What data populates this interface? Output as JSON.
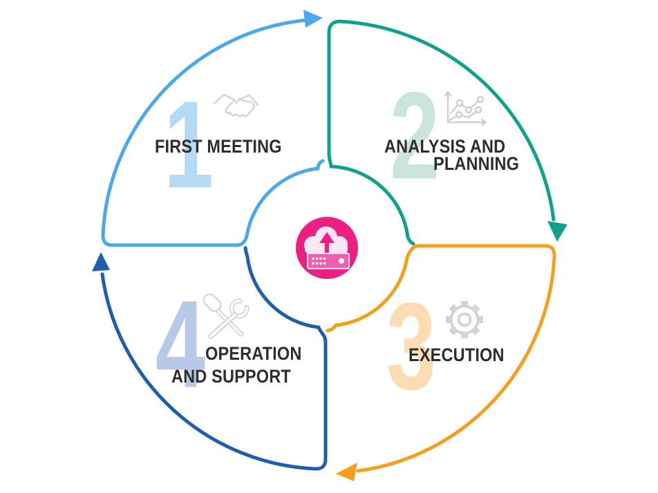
{
  "diagram": {
    "type": "circular-process-cycle",
    "direction": "clockwise",
    "center": {
      "icon": "cloud-upload-server-icon",
      "circle_color": "#EC2083",
      "cloud_color": "#FBE7F4"
    },
    "colors": {
      "step1_arc": "#4AA9E9",
      "step2_arc": "#0EA28D",
      "step3_arc": "#F79F1D",
      "step4_arc": "#1D5FAD",
      "step1_number": "#B5DAF6",
      "step2_number": "#CBE4DE",
      "step3_number": "#FBDCB3",
      "step4_number": "#B7C9E7",
      "label_text": "#2D2D2D",
      "icon_gray": "#D6D6D6"
    },
    "steps": [
      {
        "number": "1",
        "label": "FIRST MEETING",
        "icon": "handshake-icon"
      },
      {
        "number": "2",
        "label1": "ANALYSIS AND",
        "label2": "PLANNING",
        "icon": "line-chart-icon"
      },
      {
        "number": "3",
        "label": "EXECUTION",
        "icon": "gear-icon"
      },
      {
        "number": "4",
        "label1": "OPERATION",
        "label2": "AND SUPPORT",
        "icon": "tools-icon"
      }
    ]
  }
}
